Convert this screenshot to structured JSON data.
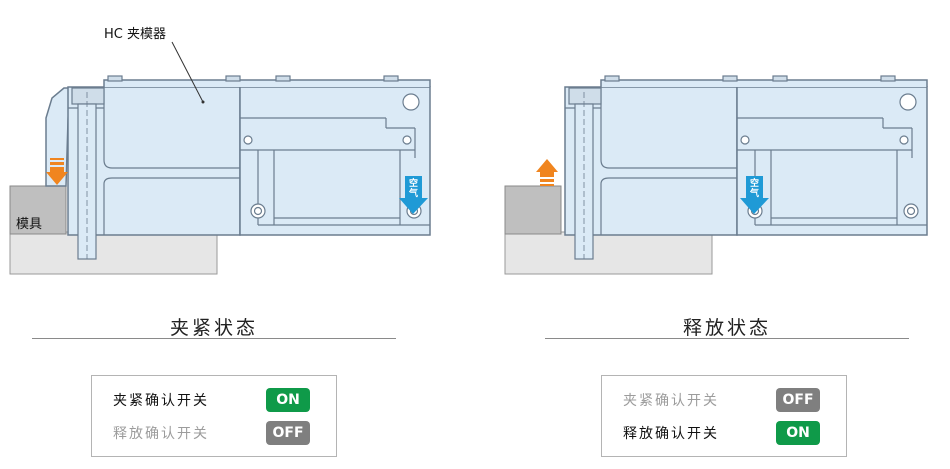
{
  "colors": {
    "body_fill": "#dbeaf6",
    "outline": "#6b7d8f",
    "mold_fill": "#bfbfbf",
    "base_fill": "#e6e6e6",
    "clamp_arrow": "#f0851f",
    "release_arrow": "#f0851f",
    "air_arrow": "#1f9ad6",
    "on_badge": "#0f9a49",
    "off_badge": "#7f7f7f"
  },
  "left_panel": {
    "callout_label": "HC 夹模器",
    "mold_label": "模具",
    "air_label": "空气",
    "arrow_icon": "arrow-down-icon",
    "state_title": "夹紧状态",
    "switches": [
      {
        "label": "夹紧确认开关",
        "status": "ON"
      },
      {
        "label": "释放确认开关",
        "status": "OFF"
      }
    ]
  },
  "right_panel": {
    "air_label": "空气",
    "arrow_icon": "arrow-up-icon",
    "state_title": "释放状态",
    "switches": [
      {
        "label": "夹紧确认开关",
        "status": "OFF"
      },
      {
        "label": "释放确认开关",
        "status": "ON"
      }
    ]
  }
}
